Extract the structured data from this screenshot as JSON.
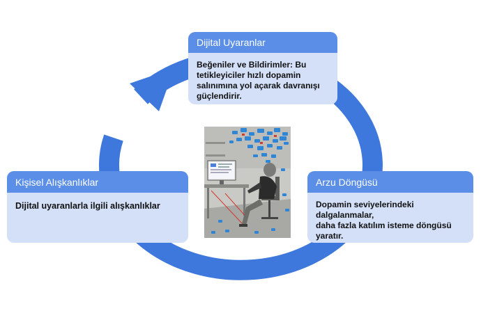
{
  "colors": {
    "ring": "#3f78dc",
    "card_header": "#5b8fe7",
    "card_body": "#d3e0f8"
  },
  "cards": {
    "top": {
      "title": "Dijital Uyaranlar",
      "line1": "Beğeniler ve Bildirimler: Bu",
      "line2": "tetikleyiciler hızlı dopamin",
      "line3": "salınımına yol açarak davranışı",
      "line4": "güçlendirir."
    },
    "left": {
      "title": "Kişisel Alışkanlıklar",
      "line1": "Dijital uyaranlarla ilgili alışkanlıklar"
    },
    "right": {
      "title": "Arzu Döngüsü",
      "line1": "Dopamin seviyelerindeki dalgalanmalar,",
      "line2": "daha fazla katılım isteme döngüsü",
      "line3": "yaratır."
    }
  },
  "illustration": {
    "subject": "person-at-desk-with-floating-notification-icons"
  }
}
